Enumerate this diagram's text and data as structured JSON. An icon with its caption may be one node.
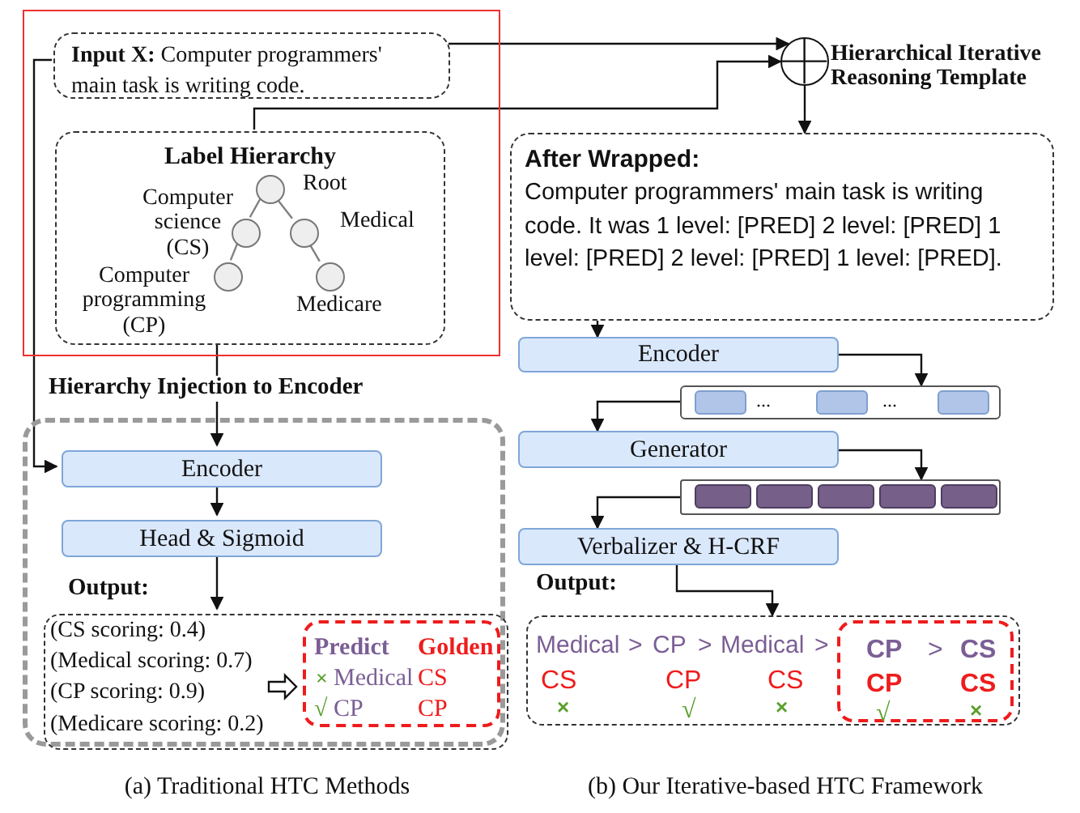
{
  "diagram": {
    "nodes": [
      {
        "text": [],
        "shape": "box"
      },
      {
        "text": [
          "**Input X:** Computer programmers' main task is writing code."
        ],
        "in": 0
      },
      {
        "text": [
          "Label Hierarchy"
        ],
        "in": 0
      },
      {
        "text": [],
        "shape": "circle",
        "in": 2,
        "beside": [
          "Root"
        ]
      },
      {
        "text": [],
        "shape": "circle",
        "in": 2,
        "beside": [
          "Computer science (CS)"
        ]
      },
      {
        "text": [],
        "shape": "circle",
        "in": 2,
        "beside": [
          "Medical"
        ]
      },
      {
        "text": [],
        "shape": "circle",
        "in": 2,
        "beside": [
          "Computer programming (CP)"
        ]
      },
      {
        "text": [],
        "shape": "circle",
        "in": 2,
        "beside": [
          "Medicare"
        ]
      },
      {
        "text": [],
        "shape": "circle",
        "beside": [
          "Hierarchical Iterative Reasoning Template"
        ]
      },
      {
        "text": [
          "After Wrapped:",
          "Computer programmers' main task is writing code. It was 1 level: [PRED] 2 level: [PRED] 1 level: [PRED] 2 level: [PRED] 1 level: [PRED]."
        ]
      },
      {
        "text": [],
        "shape": "box"
      },
      {
        "text": [
          "Encoder"
        ],
        "in": 10
      },
      {
        "text": [
          "Head & Sigmoid"
        ],
        "in": 10
      },
      {
        "text": [
          "Output:",
          "(CS scoring: 0.4)",
          "(Medical scoring: 0.7)",
          "(CP scoring: 0.9)",
          "(Medicare scoring: 0.2)"
        ],
        "in": 10
      },
      {
        "text": [
          "Predict",
          "Golden",
          "×",
          "Medical",
          "CS",
          "√",
          "CP",
          "CP"
        ],
        "in": 13
      },
      {
        "text": [
          "Encoder"
        ]
      },
      {
        "text": [
          "...",
          "..."
        ]
      },
      {
        "text": [
          "Generator"
        ]
      },
      {
        "text": [],
        "shape": "bar"
      },
      {
        "text": [
          "Verbalizer & H-CRF"
        ]
      },
      {
        "text": [
          "Output:",
          "Medical",
          ">",
          "CP",
          ">",
          "Medical",
          ">",
          "CS",
          "CP",
          "CS",
          "×",
          "√",
          "×"
        ]
      },
      {
        "text": [
          "CP",
          ">",
          "CS",
          "CP",
          "CS",
          "√",
          "×"
        ],
        "in": 20
      }
    ],
    "edges": [
      {
        "from": 1,
        "to": 8,
        "arrow": "to"
      },
      {
        "from": 2,
        "to": 8,
        "arrow": "to"
      },
      {
        "from": 8,
        "to": 9,
        "arrow": "to"
      },
      {
        "from": 1,
        "to": 11,
        "arrow": "to"
      },
      {
        "from": 2,
        "to": 11,
        "arrow": "to",
        "label": "Hierarchy Injection to Encoder"
      },
      {
        "from": 11,
        "to": 12,
        "arrow": "to"
      },
      {
        "from": 12,
        "to": 13,
        "arrow": "to"
      },
      {
        "from": null,
        "to": 14,
        "arrow": "to",
        "style": "thick"
      },
      {
        "from": 9,
        "to": 15,
        "arrow": "to"
      },
      {
        "from": 15,
        "to": 16,
        "arrow": "to"
      },
      {
        "from": 16,
        "to": 17,
        "arrow": "to"
      },
      {
        "from": 17,
        "to": 18,
        "arrow": "to"
      },
      {
        "from": 18,
        "to": 19,
        "arrow": "to"
      },
      {
        "from": 19,
        "to": 20,
        "arrow": "to"
      },
      {
        "from": 3,
        "to": 4,
        "arrow": "none",
        "color": "#808080"
      },
      {
        "from": 3,
        "to": 5,
        "arrow": "none",
        "color": "#808080"
      },
      {
        "from": 4,
        "to": 6,
        "arrow": "none",
        "color": "#808080"
      },
      {
        "from": 5,
        "to": 7,
        "arrow": "none",
        "color": "#808080"
      }
    ],
    "labels": [
      "(a) Traditional HTC Methods",
      "(b) Our Iterative-based HTC Framework"
    ]
  }
}
